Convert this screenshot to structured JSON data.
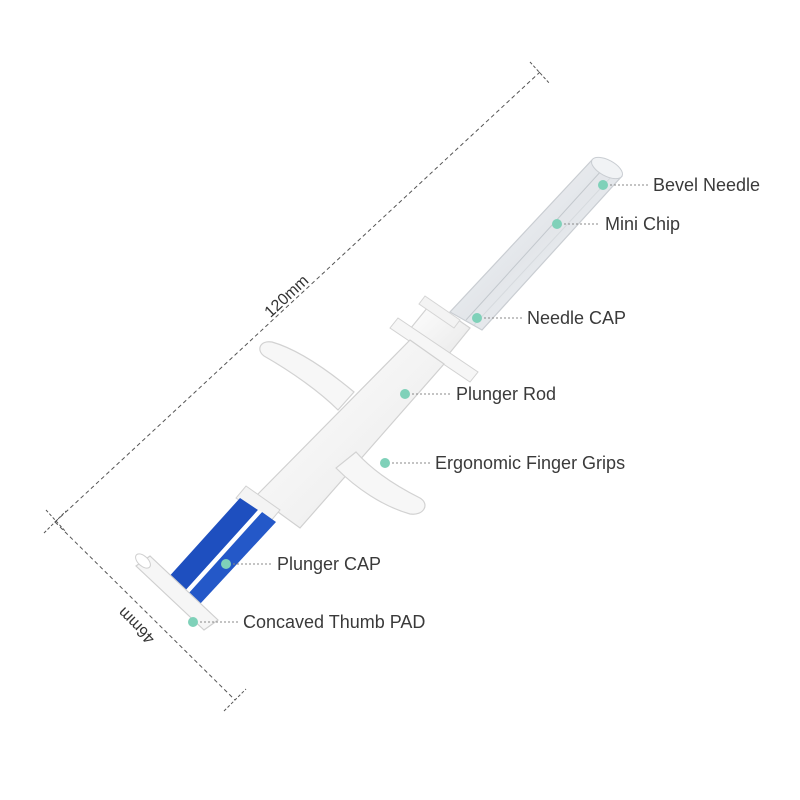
{
  "dimensions": {
    "length": "120mm",
    "width": "46mm"
  },
  "labels": {
    "bevel_needle": "Bevel Needle",
    "mini_chip": "Mini Chip",
    "needle_cap": "Needle CAP",
    "plunger_rod": "Plunger Rod",
    "finger_grips": "Ergonomic Finger Grips",
    "plunger_cap": "Plunger CAP",
    "thumb_pad": "Concaved Thumb PAD"
  },
  "colors": {
    "background": "#ffffff",
    "dot": "#7fd1b9",
    "leader_line": "#888888",
    "dimension_line": "#555555",
    "syringe_body": "#f4f4f4",
    "syringe_outline": "#d4d4d4",
    "plunger_blue": "#1e4fbf",
    "needle_tube": "#e9ecef"
  }
}
